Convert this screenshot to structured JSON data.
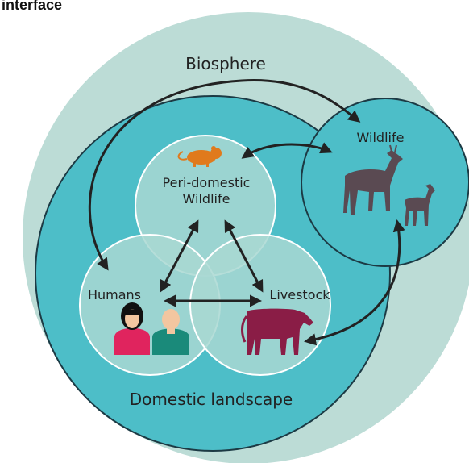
{
  "header": {
    "title_fragment": "interface"
  },
  "labels": {
    "biosphere": "Biosphere",
    "wildlife": "Wildlife",
    "peri_domestic_line1": "Peri-domestic",
    "peri_domestic_line2": "Wildlife",
    "humans": "Humans",
    "livestock": "Livestock",
    "domestic_landscape": "Domestic landscape"
  },
  "colors": {
    "biosphere_fill": "#bcdcd6",
    "domestic_fill": "#4dbec8",
    "domestic_stroke": "#1c3a44",
    "inner_circle_fill": "#a9d8d2",
    "inner_circle_stroke": "#ffffff",
    "wildlife_fill": "#4dbec8",
    "arrow": "#222222",
    "rodent": "#e07a1c",
    "deer": "#5a4a52",
    "cow": "#8a1d46",
    "human_female_shirt": "#e0245e",
    "human_male_shirt": "#1a8a7a",
    "skin": "#f3c6a0",
    "hair_dark": "#111111"
  },
  "icons": {
    "rodent": "rodent-icon",
    "deer": "deer-icon",
    "cow": "cow-icon",
    "woman": "woman-icon",
    "man": "man-icon"
  }
}
